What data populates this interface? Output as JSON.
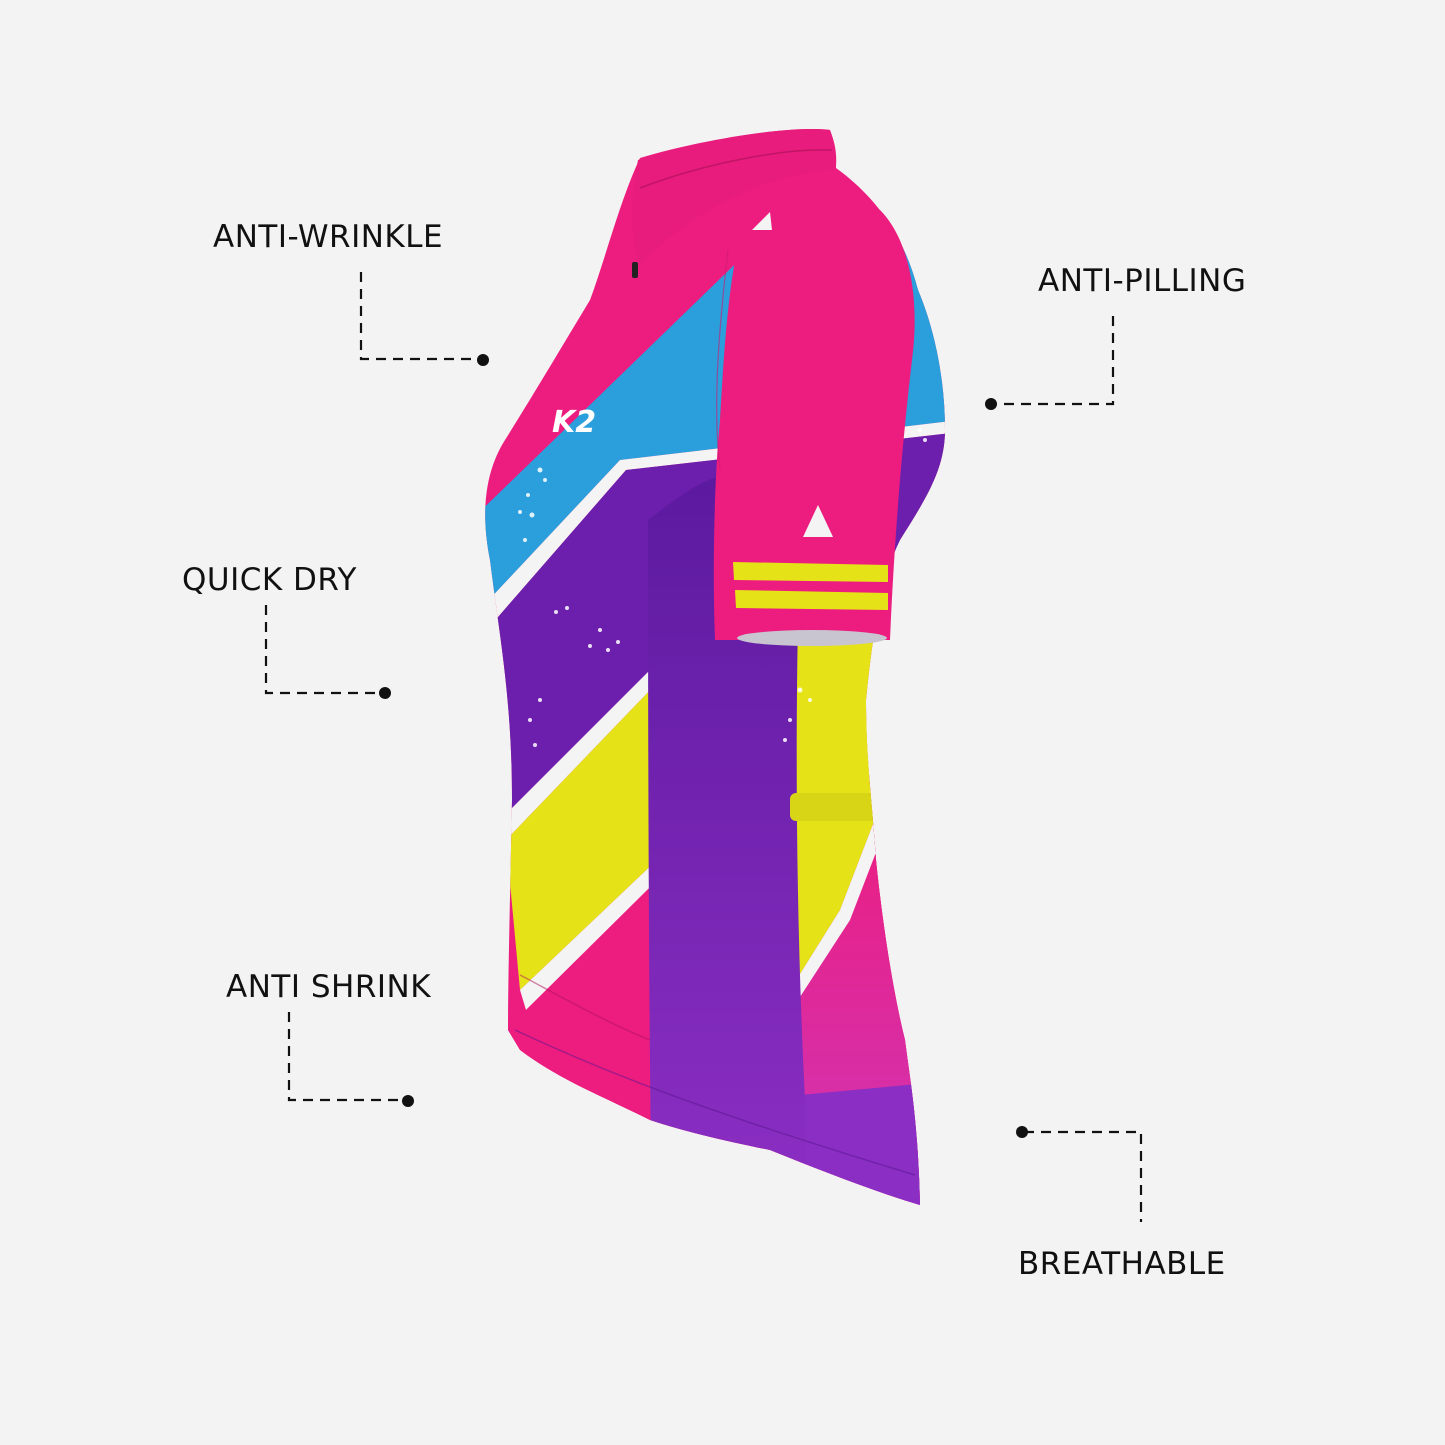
{
  "product": {
    "type": "Women's short-sleeve cycling jersey (side view)",
    "logo_text": "K2",
    "colors": {
      "background": "#f3f3f3",
      "pink": "#ec1d7f",
      "blue": "#2a9fdc",
      "purple": "#7a22b0",
      "yellow": "#e6e218",
      "stripe_white": "#f4f4f4",
      "text": "#111111"
    }
  },
  "features": [
    {
      "label": "ANTI-WRINKLE",
      "side": "left"
    },
    {
      "label": "ANTI-PILLING",
      "side": "right"
    },
    {
      "label": "QUICK DRY",
      "side": "left"
    },
    {
      "label": "ANTI SHRINK",
      "side": "left"
    },
    {
      "label": "BREATHABLE",
      "side": "right"
    }
  ]
}
